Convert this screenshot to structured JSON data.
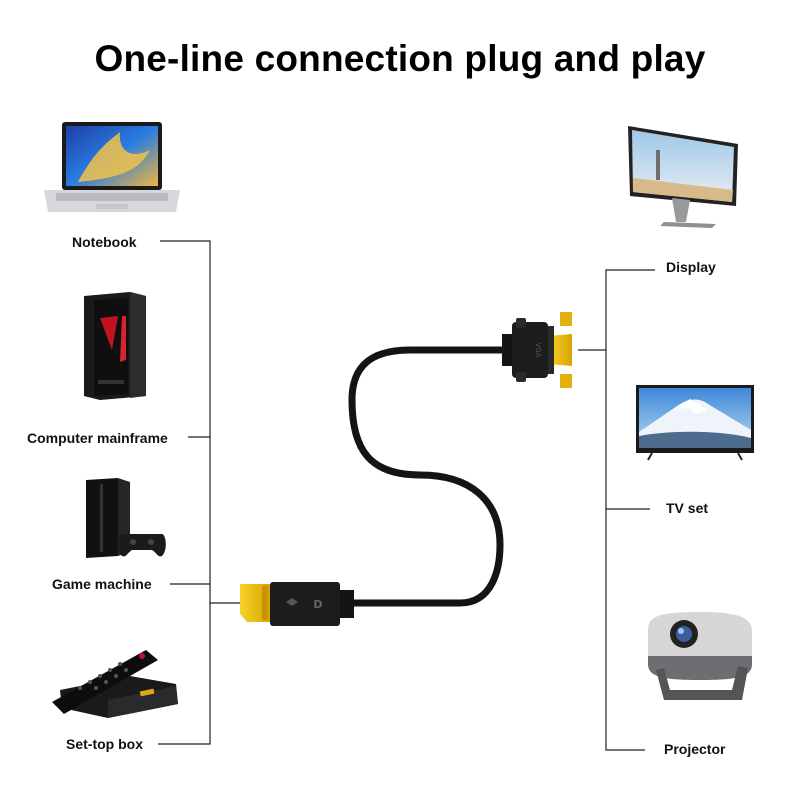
{
  "title": "One-line connection plug and play",
  "left_devices": [
    {
      "label": "Notebook"
    },
    {
      "label": "Computer mainframe"
    },
    {
      "label": "Game machine"
    },
    {
      "label": "Set-top box"
    }
  ],
  "right_devices": [
    {
      "label": "Display"
    },
    {
      "label": "TV set"
    },
    {
      "label": "Projector"
    }
  ],
  "cable": {
    "end_a_logo": "D",
    "end_b_marking": "VGA"
  },
  "colors": {
    "connector_gold": "#f2c200",
    "cable_black": "#141414",
    "line_gray": "#222222"
  }
}
